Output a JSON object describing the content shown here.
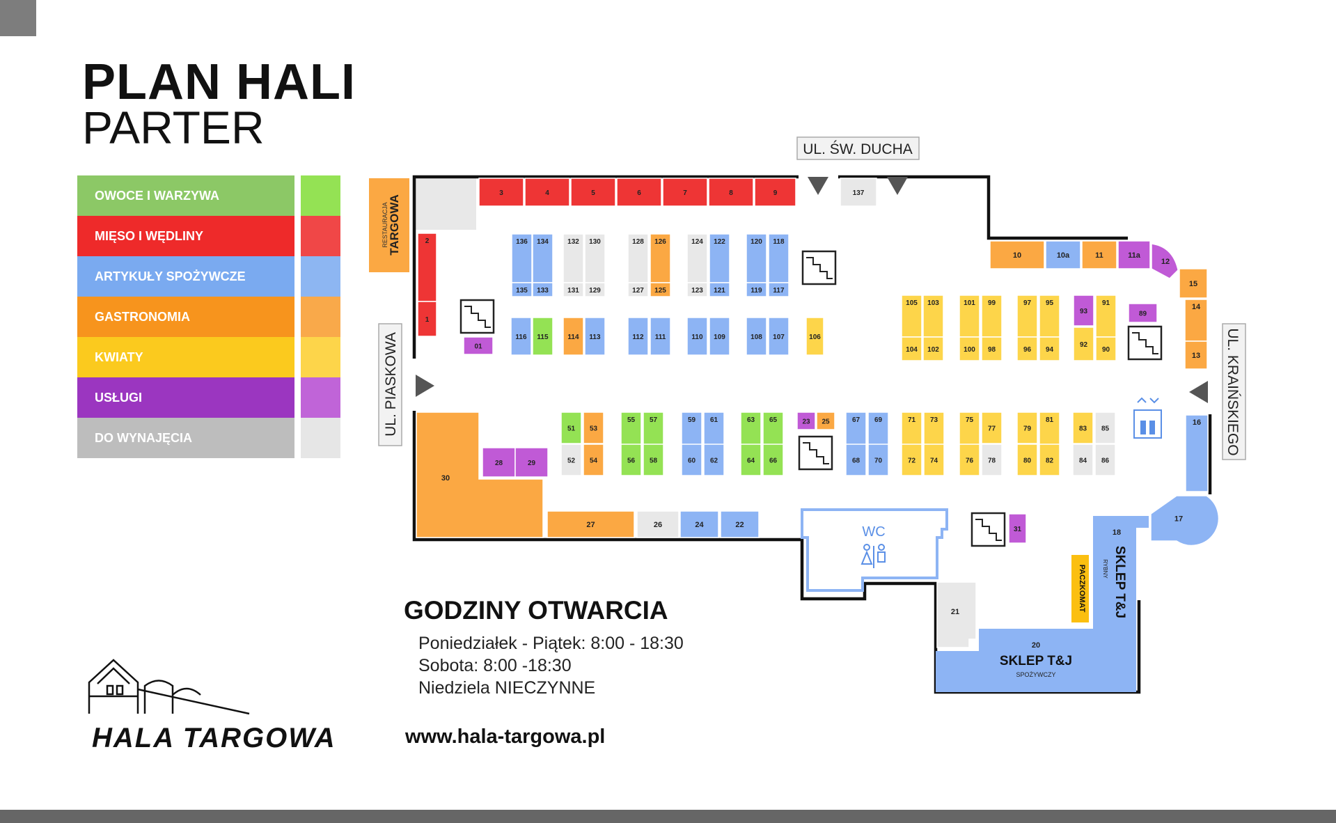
{
  "title": {
    "line1": "PLAN HALI",
    "line2": "PARTER"
  },
  "legend": [
    {
      "label": "OWOCE I WARZYWA",
      "color": "#8cc866",
      "swatch": "#94e254"
    },
    {
      "label": "MIĘSO I WĘDLINY",
      "color": "#ee2a2a",
      "swatch": "#f04747"
    },
    {
      "label": "ARTYKUŁY SPOŻYWCZE",
      "color": "#7aaaf0",
      "swatch": "#8db6f2"
    },
    {
      "label": "GASTRONOMIA",
      "color": "#f7941d",
      "swatch": "#f9a94a"
    },
    {
      "label": "KWIATY",
      "color": "#fbca1e",
      "swatch": "#fdd54a"
    },
    {
      "label": "USŁUGI",
      "color": "#9b36c0",
      "swatch": "#c064d8"
    },
    {
      "label": "DO WYNAJĘCIA",
      "color": "#bdbdbd",
      "swatch": "#e6e6e6"
    }
  ],
  "streets": {
    "north": "UL. ŚW. DUCHA",
    "west": "UL. PIASKOWA",
    "east": "UL. KRAIŃSKIEGO"
  },
  "restaurant": {
    "small": "RESTAURACJA",
    "big": "TARGOWA"
  },
  "wc": "WC",
  "paczkomat": "PACZKOMAT",
  "shop_fish": {
    "title": "SKLEP T&J",
    "sub": "RYBNY",
    "number": "18"
  },
  "shop_grocery": {
    "title": "SKLEP T&J",
    "sub": "SPOŻYWCZY",
    "number": "20"
  },
  "hours": {
    "title": "GODZINY OTWARCIA",
    "lines": [
      "Poniedziałek - Piątek: 8:00 - 18:30",
      "Sobota: 8:00 -18:30",
      "Niedziela NIECZYNNE"
    ]
  },
  "website": "www.hala-targowa.pl",
  "logo_text": "HALA TARGOWA",
  "colors": {
    "meat": "#ee3535",
    "grocery": "#8db4f4",
    "gastro": "#fba843",
    "flowers": "#fdd54a",
    "services": "#c05ad6",
    "veg": "#94e254",
    "rent": "#e8e8e8",
    "wall": "#111111",
    "blue_outline": "#8db4f4"
  },
  "stalls": [
    {
      "id": "3",
      "cat": "meat"
    },
    {
      "id": "4",
      "cat": "meat"
    },
    {
      "id": "5",
      "cat": "meat"
    },
    {
      "id": "6",
      "cat": "meat"
    },
    {
      "id": "7",
      "cat": "meat"
    },
    {
      "id": "8",
      "cat": "meat"
    },
    {
      "id": "9",
      "cat": "meat"
    },
    {
      "id": "137",
      "cat": "rent"
    },
    {
      "id": "2",
      "cat": "meat"
    },
    {
      "id": "1",
      "cat": "meat"
    },
    {
      "id": "01",
      "cat": "services"
    },
    {
      "id": "136",
      "cat": "grocery"
    },
    {
      "id": "135",
      "cat": "grocery"
    },
    {
      "id": "134",
      "cat": "grocery"
    },
    {
      "id": "133",
      "cat": "grocery"
    },
    {
      "id": "132",
      "cat": "rent"
    },
    {
      "id": "131",
      "cat": "rent"
    },
    {
      "id": "130",
      "cat": "rent"
    },
    {
      "id": "129",
      "cat": "rent"
    },
    {
      "id": "128",
      "cat": "rent"
    },
    {
      "id": "127",
      "cat": "rent"
    },
    {
      "id": "126",
      "cat": "gastro"
    },
    {
      "id": "125",
      "cat": "gastro"
    },
    {
      "id": "124",
      "cat": "rent"
    },
    {
      "id": "123",
      "cat": "rent"
    },
    {
      "id": "122",
      "cat": "grocery"
    },
    {
      "id": "121",
      "cat": "grocery"
    },
    {
      "id": "120",
      "cat": "grocery"
    },
    {
      "id": "119",
      "cat": "grocery"
    },
    {
      "id": "118",
      "cat": "grocery"
    },
    {
      "id": "117",
      "cat": "grocery"
    },
    {
      "id": "116",
      "cat": "grocery"
    },
    {
      "id": "115",
      "cat": "veg"
    },
    {
      "id": "114",
      "cat": "gastro"
    },
    {
      "id": "113",
      "cat": "grocery"
    },
    {
      "id": "112",
      "cat": "grocery"
    },
    {
      "id": "111",
      "cat": "grocery"
    },
    {
      "id": "110",
      "cat": "grocery"
    },
    {
      "id": "109",
      "cat": "grocery"
    },
    {
      "id": "108",
      "cat": "grocery"
    },
    {
      "id": "107",
      "cat": "grocery"
    },
    {
      "id": "106",
      "cat": "flowers"
    },
    {
      "id": "10",
      "cat": "gastro"
    },
    {
      "id": "10a",
      "cat": "grocery"
    },
    {
      "id": "11",
      "cat": "gastro"
    },
    {
      "id": "11a",
      "cat": "services"
    },
    {
      "id": "12",
      "cat": "services"
    },
    {
      "id": "15",
      "cat": "gastro"
    },
    {
      "id": "14",
      "cat": "gastro"
    },
    {
      "id": "13",
      "cat": "gastro"
    },
    {
      "id": "105",
      "cat": "flowers"
    },
    {
      "id": "104",
      "cat": "flowers"
    },
    {
      "id": "103",
      "cat": "flowers"
    },
    {
      "id": "102",
      "cat": "flowers"
    },
    {
      "id": "101",
      "cat": "flowers"
    },
    {
      "id": "100",
      "cat": "flowers"
    },
    {
      "id": "99",
      "cat": "flowers"
    },
    {
      "id": "98",
      "cat": "flowers"
    },
    {
      "id": "97",
      "cat": "flowers"
    },
    {
      "id": "96",
      "cat": "flowers"
    },
    {
      "id": "95",
      "cat": "flowers"
    },
    {
      "id": "94",
      "cat": "flowers"
    },
    {
      "id": "93",
      "cat": "services"
    },
    {
      "id": "92",
      "cat": "flowers"
    },
    {
      "id": "91",
      "cat": "flowers"
    },
    {
      "id": "90",
      "cat": "flowers"
    },
    {
      "id": "89",
      "cat": "services"
    },
    {
      "id": "51",
      "cat": "veg"
    },
    {
      "id": "52",
      "cat": "rent"
    },
    {
      "id": "53",
      "cat": "gastro"
    },
    {
      "id": "54",
      "cat": "gastro"
    },
    {
      "id": "55",
      "cat": "veg"
    },
    {
      "id": "56",
      "cat": "veg"
    },
    {
      "id": "57",
      "cat": "veg"
    },
    {
      "id": "58",
      "cat": "veg"
    },
    {
      "id": "59",
      "cat": "grocery"
    },
    {
      "id": "60",
      "cat": "grocery"
    },
    {
      "id": "61",
      "cat": "grocery"
    },
    {
      "id": "62",
      "cat": "grocery"
    },
    {
      "id": "63",
      "cat": "veg"
    },
    {
      "id": "64",
      "cat": "veg"
    },
    {
      "id": "65",
      "cat": "veg"
    },
    {
      "id": "66",
      "cat": "veg"
    },
    {
      "id": "23",
      "cat": "services"
    },
    {
      "id": "25",
      "cat": "gastro"
    },
    {
      "id": "67",
      "cat": "grocery"
    },
    {
      "id": "68",
      "cat": "grocery"
    },
    {
      "id": "69",
      "cat": "grocery"
    },
    {
      "id": "70",
      "cat": "grocery"
    },
    {
      "id": "71",
      "cat": "flowers"
    },
    {
      "id": "72",
      "cat": "flowers"
    },
    {
      "id": "73",
      "cat": "flowers"
    },
    {
      "id": "74",
      "cat": "flowers"
    },
    {
      "id": "75",
      "cat": "flowers"
    },
    {
      "id": "76",
      "cat": "flowers"
    },
    {
      "id": "77",
      "cat": "flowers"
    },
    {
      "id": "78",
      "cat": "rent"
    },
    {
      "id": "79",
      "cat": "flowers"
    },
    {
      "id": "80",
      "cat": "flowers"
    },
    {
      "id": "81",
      "cat": "flowers"
    },
    {
      "id": "82",
      "cat": "flowers"
    },
    {
      "id": "83",
      "cat": "flowers"
    },
    {
      "id": "84",
      "cat": "rent"
    },
    {
      "id": "85",
      "cat": "rent"
    },
    {
      "id": "86",
      "cat": "rent"
    },
    {
      "id": "16",
      "cat": "grocery"
    },
    {
      "id": "17",
      "cat": "grocery"
    },
    {
      "id": "30",
      "cat": "gastro"
    },
    {
      "id": "28",
      "cat": "services"
    },
    {
      "id": "29",
      "cat": "services"
    },
    {
      "id": "27",
      "cat": "gastro"
    },
    {
      "id": "26",
      "cat": "rent"
    },
    {
      "id": "24",
      "cat": "grocery"
    },
    {
      "id": "22",
      "cat": "grocery"
    },
    {
      "id": "31",
      "cat": "services"
    },
    {
      "id": "21",
      "cat": "rent"
    }
  ]
}
